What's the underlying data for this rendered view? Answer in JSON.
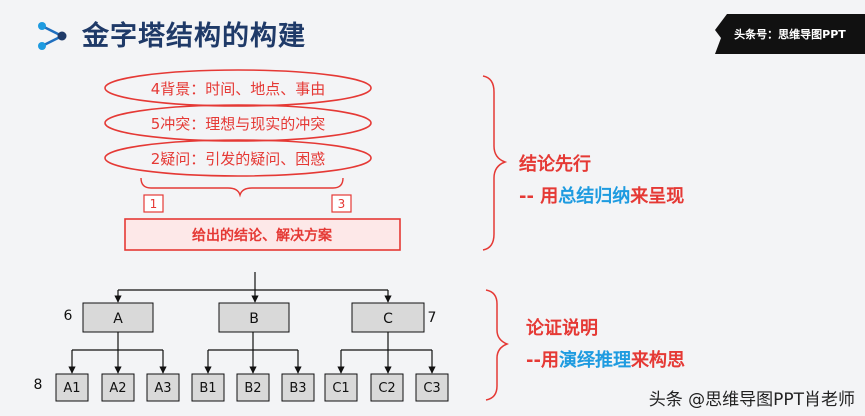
{
  "title": "金字塔结构的构建",
  "brand": "头条号：思维导图PPT",
  "top": {
    "ellipses": [
      "4背景：时间、地点、事由",
      "5冲突：理想与现实的冲突",
      "2疑问：引发的疑问、困惑"
    ],
    "marker_left": "1",
    "marker_right": "3",
    "answer": "给出的结论、解决方案"
  },
  "tree": {
    "level_label_top": "6",
    "level_label_right": "7",
    "level_label_bottom": "8",
    "mid": [
      "A",
      "B",
      "C"
    ],
    "leaves": [
      [
        "A1",
        "A2",
        "A3"
      ],
      [
        "B1",
        "B2",
        "B3"
      ],
      [
        "C1",
        "C2",
        "C3"
      ]
    ]
  },
  "panel1": {
    "title": "结论先行",
    "prefix": "-- 用",
    "highlight": "总结归纳",
    "suffix": "来呈现"
  },
  "panel2": {
    "title": "论证说明",
    "prefix": "--用",
    "highlight": "演绎推理",
    "suffix": "来构思"
  },
  "watermark": "头条 @思维导图PPT肖老师",
  "colors": {
    "title": "#1f3a68",
    "red": "#e53935",
    "blue": "#1e9be0",
    "box_fill": "#d9d9d9",
    "answer_fill": "#fde8e8"
  }
}
